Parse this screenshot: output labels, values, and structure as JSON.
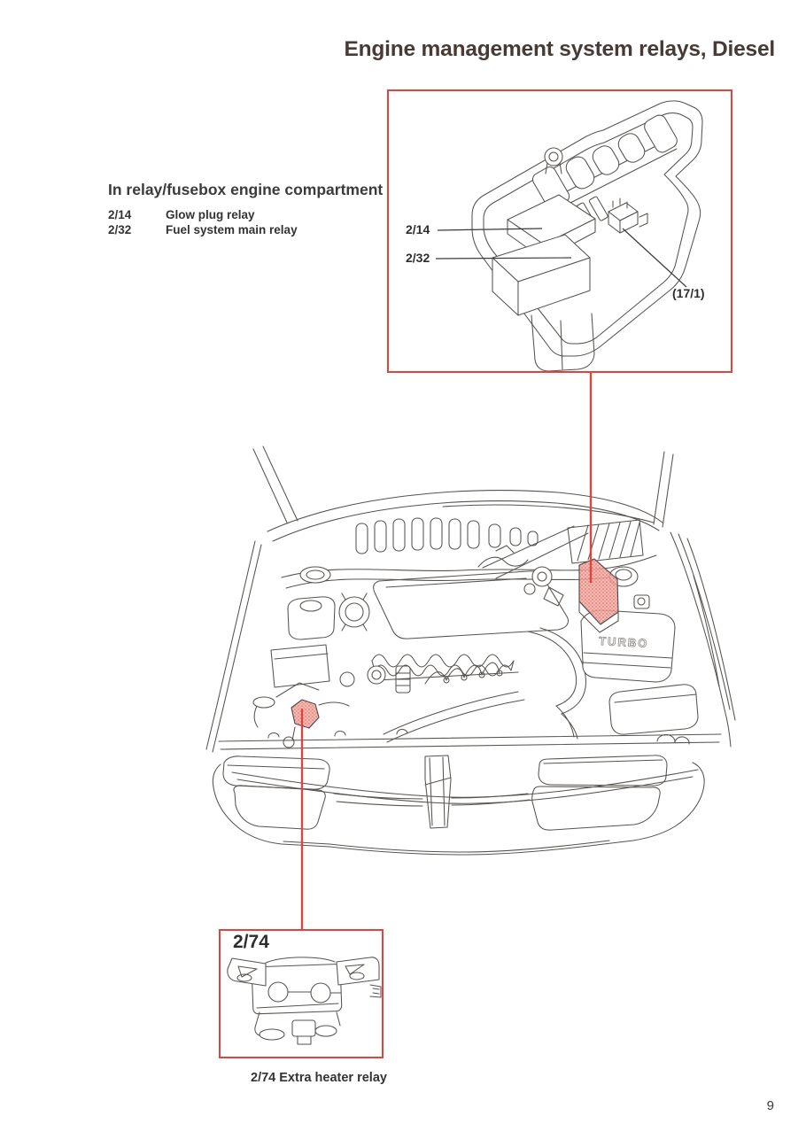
{
  "page": {
    "title": "Engine management system relays, Diesel",
    "page_number": "9"
  },
  "legend": {
    "heading": "In relay/fusebox engine compartment",
    "items": [
      {
        "code": "2/14",
        "label": "Glow plug relay"
      },
      {
        "code": "2/32",
        "label": "Fuel system main relay"
      }
    ]
  },
  "fusebox_inset": {
    "label_2_14": "2/14",
    "label_2_32": "2/32",
    "label_17_1": "(17/1)"
  },
  "heater_inset": {
    "label": "2/74"
  },
  "caption": "2/74 Extra heater relay",
  "engine": {
    "turbo_badge": "TURBO"
  },
  "colors": {
    "accent_red": "#dd4540",
    "highlight_pink": "#f2a79f",
    "title_ink": "#483a35",
    "text_ink": "#333333",
    "line_ink": "#57534f"
  }
}
